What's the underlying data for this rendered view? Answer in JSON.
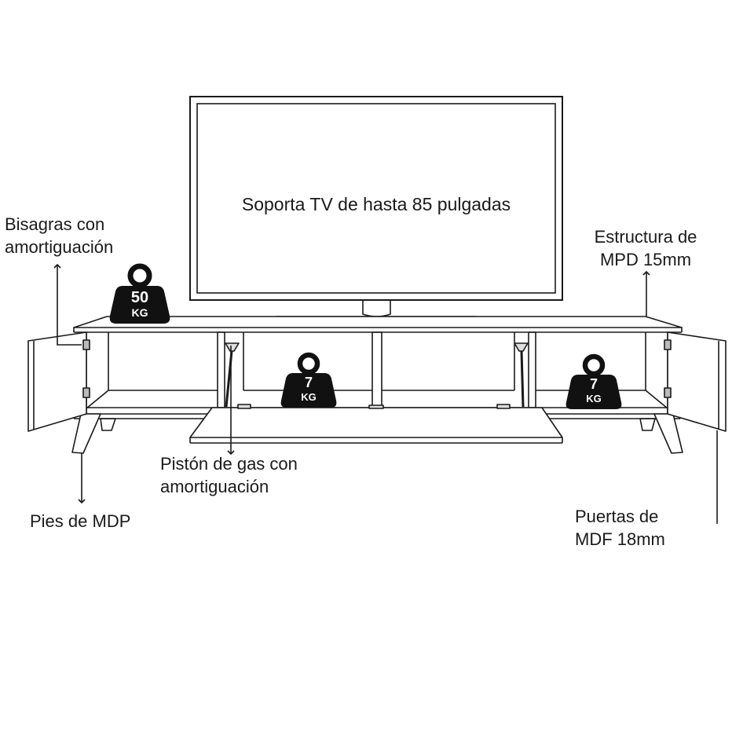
{
  "tv": {
    "caption": "Soporta TV de hasta 85 pulgadas"
  },
  "labels": {
    "hinges": {
      "line1": "Bisagras con",
      "line2": "amortiguación"
    },
    "structure": {
      "line1": "Estructura de",
      "line2": "MPD 15mm"
    },
    "piston": {
      "line1": "Pistón de gas con",
      "line2": "amortiguación"
    },
    "legs": {
      "line1": "Pies de MDP"
    },
    "doors": {
      "line1": "Puertas de",
      "line2": "MDF 18mm"
    }
  },
  "weights": {
    "top": {
      "value": "50",
      "unit": "KG"
    },
    "center": {
      "value": "7",
      "unit": "KG"
    },
    "right": {
      "value": "7",
      "unit": "KG"
    }
  },
  "colors": {
    "line": "#1a1a1a",
    "background": "#ffffff",
    "weight_fill": "#111111"
  }
}
